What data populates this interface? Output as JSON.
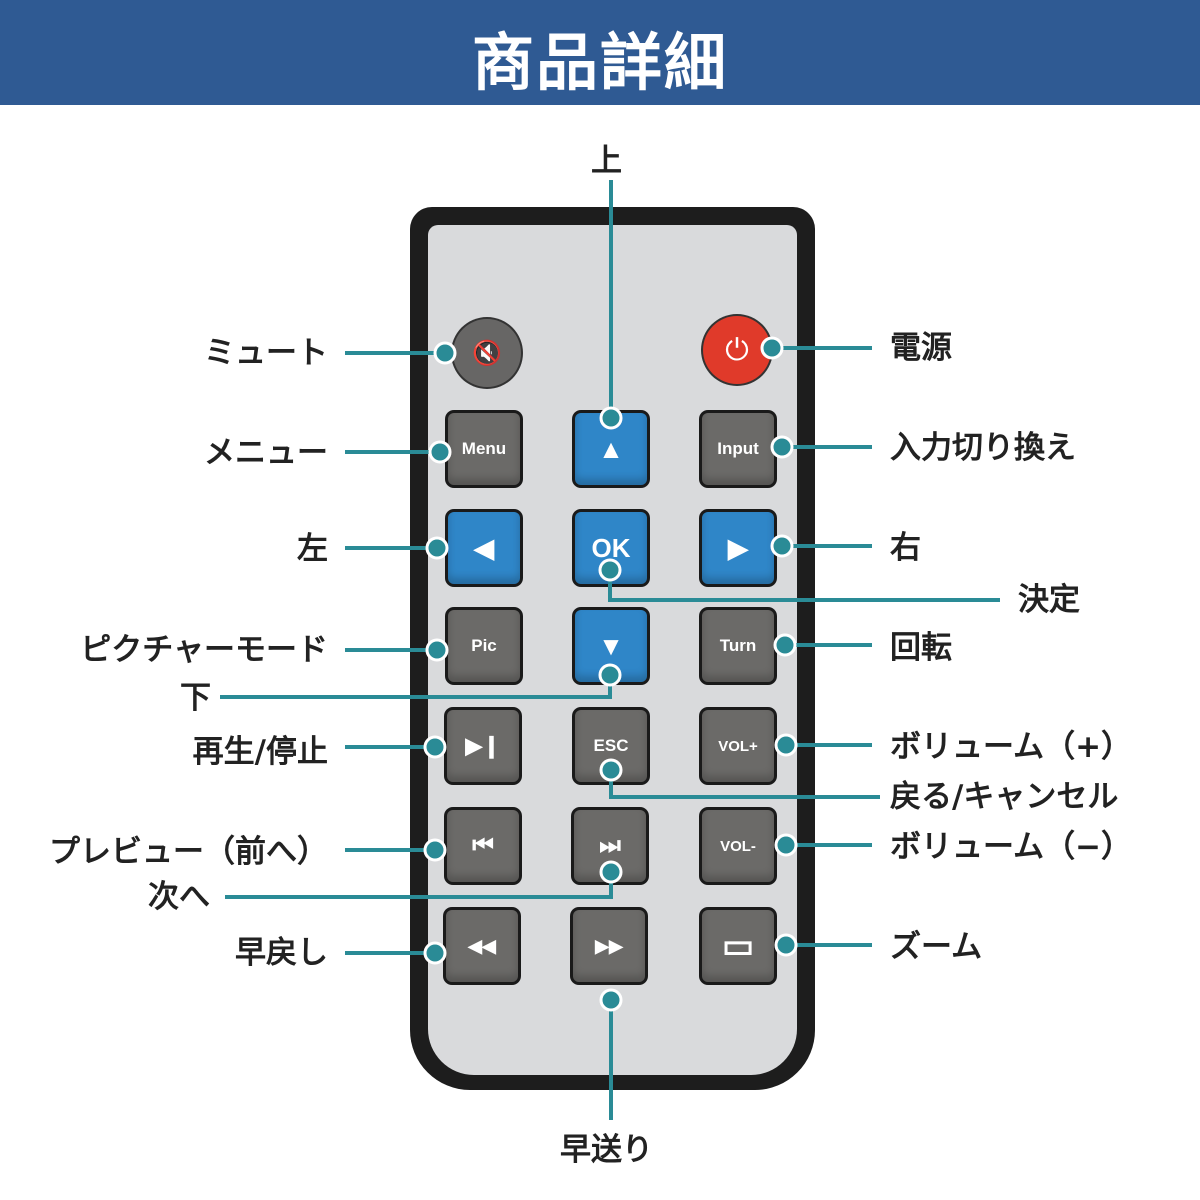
{
  "header": {
    "title": "商品詳細"
  },
  "colors": {
    "header": "#2f5a93",
    "callout": "#2a8b96",
    "power": "#e03a2a",
    "blue_key": "#2f86c8",
    "gray_key": "#6b6a68"
  },
  "buttons": {
    "menu": "Menu",
    "input": "Input",
    "ok": "OK",
    "pic": "Pic",
    "turn": "Turn",
    "esc": "ESC",
    "vol_up": "VOL+",
    "vol_down": "VOL-",
    "up": "▲",
    "down": "▼",
    "left": "◀",
    "right": "▶",
    "play_pause": "▶❙",
    "prev": "⏮",
    "next": "⏭",
    "rewind": "◀◀",
    "forward": "▶▶",
    "zoom": "▭",
    "mute": "🔇",
    "power": "⏻"
  },
  "labels": {
    "up": "上",
    "mute": "ミュート",
    "power": "電源",
    "menu": "メニュー",
    "input": "入力切り換え",
    "left": "左",
    "right": "右",
    "ok": "決定",
    "pic": "ピクチャーモード",
    "turn": "回転",
    "down": "下",
    "play_pause": "再生/停止",
    "vol_up": "ボリューム（+）",
    "esc": "戻る/キャンセル",
    "prev": "プレビュー（前へ）",
    "vol_down": "ボリューム（−）",
    "next": "次へ",
    "rewind": "早戻し",
    "zoom": "ズーム",
    "forward": "早送り"
  }
}
